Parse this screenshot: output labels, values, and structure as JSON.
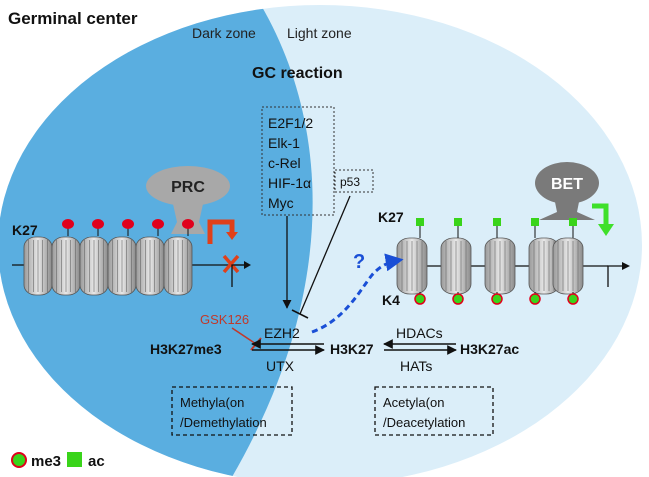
{
  "title": "Germinal center",
  "zones": {
    "dark": "Dark zone",
    "light": "Light zone"
  },
  "gc_reaction": "GC reaction",
  "tf_box": [
    "E2F1/2",
    "Elk-1",
    "c-Rel",
    "HIF-1α",
    "Myc"
  ],
  "p53": "p53",
  "prc": "PRC",
  "bet": "BET",
  "left_k27": "K27",
  "right_k27": "K27",
  "right_k4": "K4",
  "question": "?",
  "gsk126": "GSK126",
  "ezh2": "EZH2",
  "utx": "UTX",
  "h3k27me3": "H3K27me3",
  "h3k27": "H3K27",
  "hdacs": "HDACs",
  "hats": "HATs",
  "h3k27ac": "H3K27ac",
  "methylation_box": [
    "Methyla(on",
    "/Demethylation"
  ],
  "acetylation_box": [
    "Acetyla(on",
    "/Deacetylation"
  ],
  "legend": {
    "me3": "me3",
    "ac": "ac"
  },
  "colors": {
    "dark_zone": "#5aaee0",
    "light_zone": "#dbeef9",
    "methyl_mark": "#e0001b",
    "acetyl_mark": "#39d41a",
    "nucleosome": "#c8c8c8",
    "effector": "#a8a8a8",
    "repression": "#e0401a",
    "activation": "#3fe02a",
    "question_arrow": "#1a4fd6",
    "inhibitor": "#c0392b"
  }
}
